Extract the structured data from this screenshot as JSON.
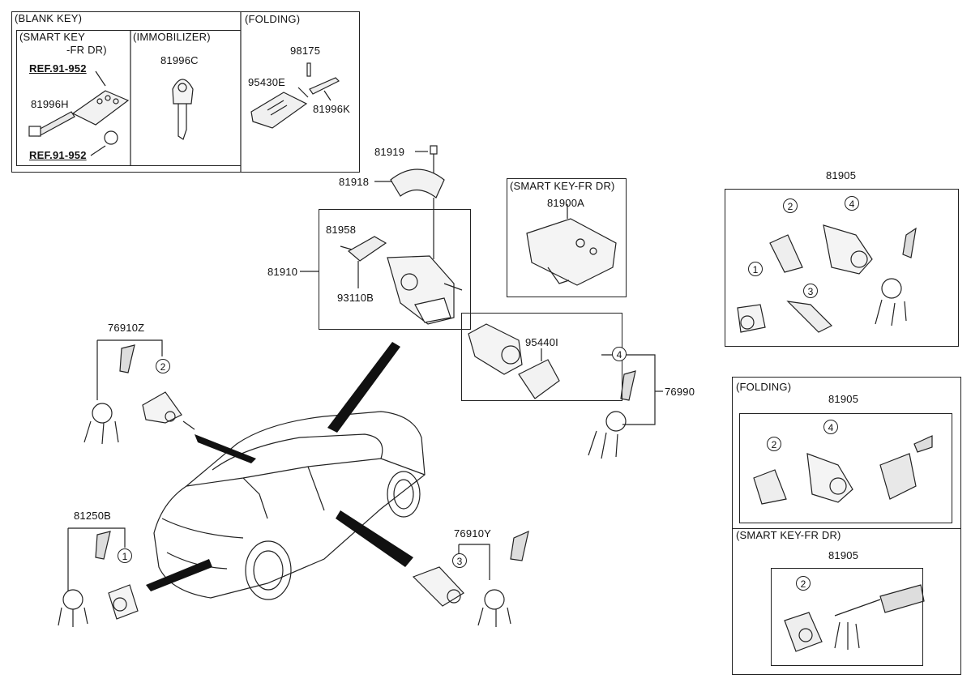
{
  "blank_key": {
    "title": "(BLANK KEY)",
    "smart_key_line1": "(SMART KEY",
    "smart_key_line2": "-FR DR)",
    "ref_top": "REF.91-952",
    "part_81996h": "81996H",
    "ref_bottom": "REF.91-952",
    "immobilizer": "(IMMOBILIZER)",
    "part_81996c": "81996C",
    "folding": "(FOLDING)",
    "part_98175": "98175",
    "part_95430e": "95430E",
    "part_81996k": "81996K"
  },
  "ignition": {
    "part_81919": "81919",
    "part_81918": "81918",
    "part_81910": "81910",
    "part_81958": "81958",
    "part_93110b": "93110B",
    "smart_key_fr_dr": "(SMART KEY-FR DR)",
    "part_81900a": "81900A",
    "part_95440i": "95440I",
    "part_76990": "76990",
    "callout_4": "4"
  },
  "right_sets": {
    "top_part": "81905",
    "top_callouts": [
      "1",
      "2",
      "3",
      "4"
    ],
    "folding_title": "(FOLDING)",
    "folding_part": "81905",
    "folding_callouts": [
      "2",
      "4"
    ],
    "smart_title": "(SMART KEY-FR DR)",
    "smart_part": "81905",
    "smart_callouts": [
      "2"
    ]
  },
  "car_side": {
    "part_76910z": "76910Z",
    "callout_2": "2",
    "part_81250b": "81250B",
    "callout_1": "1",
    "part_76910y": "76910Y",
    "callout_3": "3"
  }
}
